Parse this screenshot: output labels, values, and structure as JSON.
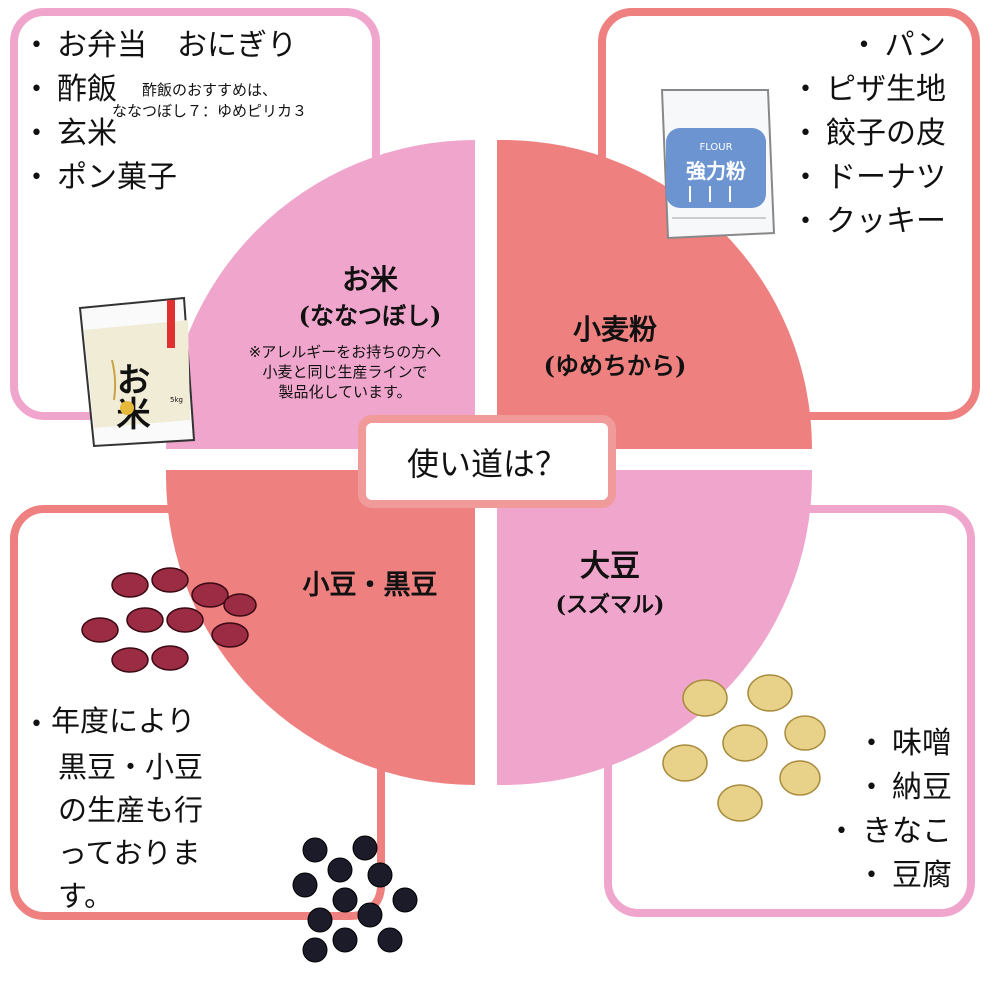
{
  "center_label": "使い道は？",
  "colors": {
    "pink": "#f0a6cc",
    "salmon": "#ee8080",
    "center_border": "#f09a9a"
  },
  "rice": {
    "title": "お米",
    "variety": "(ななつぼし)",
    "note": [
      "※アレルギーをお持ちの方へ",
      "小麦と同じ生産ラインで",
      "製品化しています。"
    ],
    "uses": [
      "お弁当　おにぎり",
      "酢飯",
      "玄米",
      "ポン菓子"
    ],
    "sushi_note": [
      "酢飯のおすすめは、",
      "ななつぼし７：ゆめピリカ３"
    ],
    "bag_label": "お米",
    "bag_weight": "5kg"
  },
  "wheat": {
    "title": "小麦粉",
    "variety": "(ゆめちから)",
    "uses": [
      "パン",
      "ピザ生地",
      "餃子の皮",
      "ドーナツ",
      "クッキー"
    ],
    "bag_top": "FLOUR",
    "bag_label": "強力粉"
  },
  "beans": {
    "title": "小豆・黒豆",
    "note": [
      "年度により",
      "黒豆・小豆",
      "の生産も行",
      "っておりま",
      "す。"
    ]
  },
  "soy": {
    "title": "大豆",
    "variety": "(スズマル)",
    "uses": [
      "味噌",
      "納豆",
      "きなこ",
      "豆腐"
    ]
  }
}
